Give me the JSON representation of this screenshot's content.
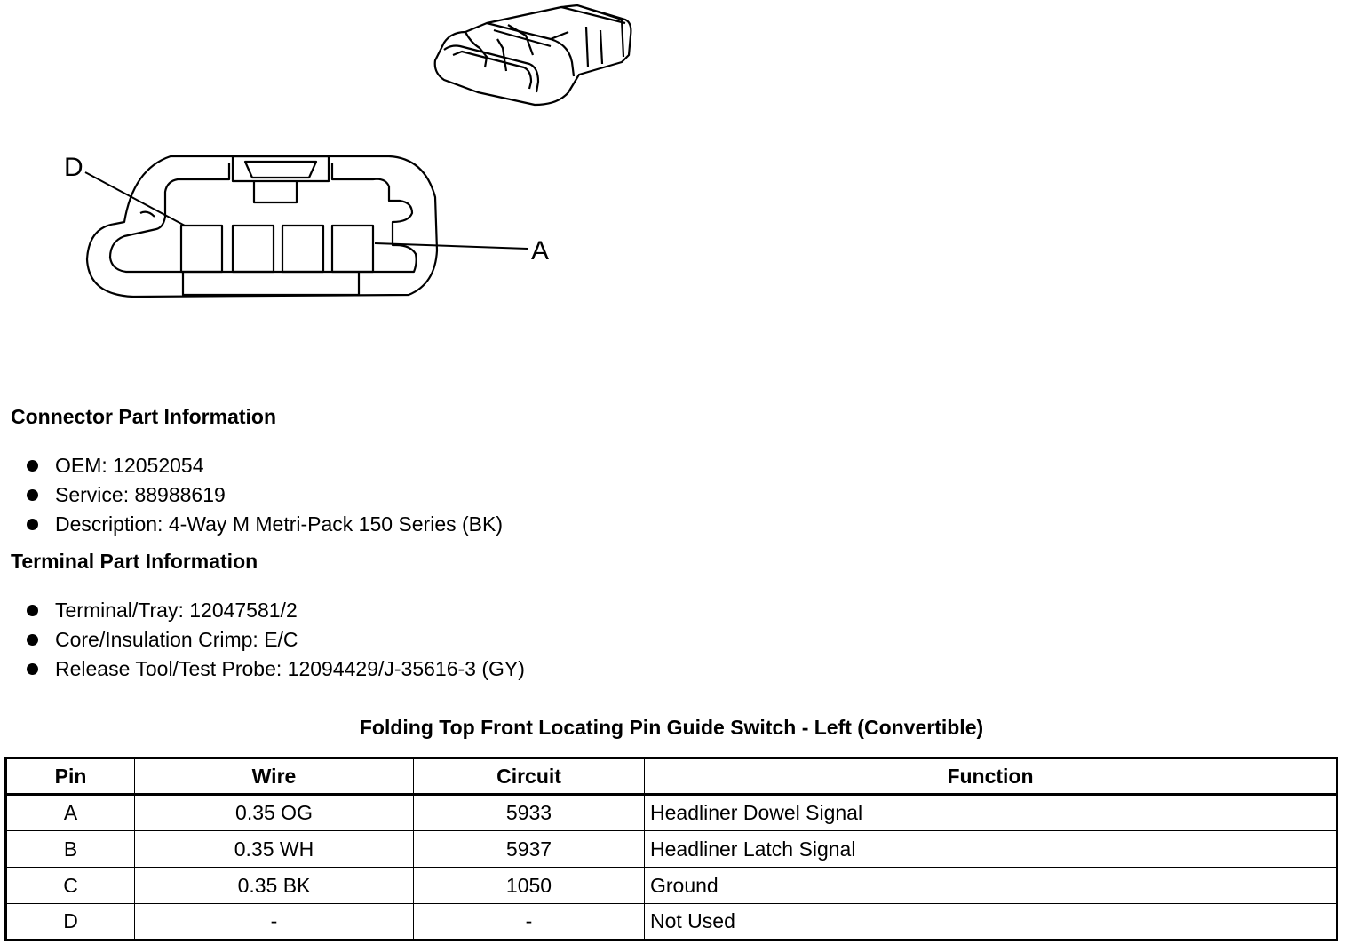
{
  "diagram": {
    "label_d": "D",
    "label_a": "A"
  },
  "connector": {
    "heading": "Connector Part Information",
    "items": [
      "OEM: 12052054",
      "Service: 88988619",
      "Description: 4-Way M Metri-Pack 150 Series (BK)"
    ]
  },
  "terminal": {
    "heading": "Terminal Part Information",
    "items": [
      "Terminal/Tray: 12047581/2",
      "Core/Insulation Crimp: E/C",
      "Release Tool/Test Probe: 12094429/J-35616-3 (GY)"
    ]
  },
  "table": {
    "title": "Folding Top Front Locating Pin Guide Switch - Left (Convertible)",
    "headers": {
      "pin": "Pin",
      "wire": "Wire",
      "circuit": "Circuit",
      "function": "Function"
    },
    "rows": [
      {
        "pin": "A",
        "wire": "0.35 OG",
        "circuit": "5933",
        "function": "Headliner Dowel Signal"
      },
      {
        "pin": "B",
        "wire": "0.35 WH",
        "circuit": "5937",
        "function": "Headliner Latch Signal"
      },
      {
        "pin": "C",
        "wire": "0.35 BK",
        "circuit": "1050",
        "function": "Ground"
      },
      {
        "pin": "D",
        "wire": "-",
        "circuit": "-",
        "function": "Not Used"
      }
    ]
  }
}
